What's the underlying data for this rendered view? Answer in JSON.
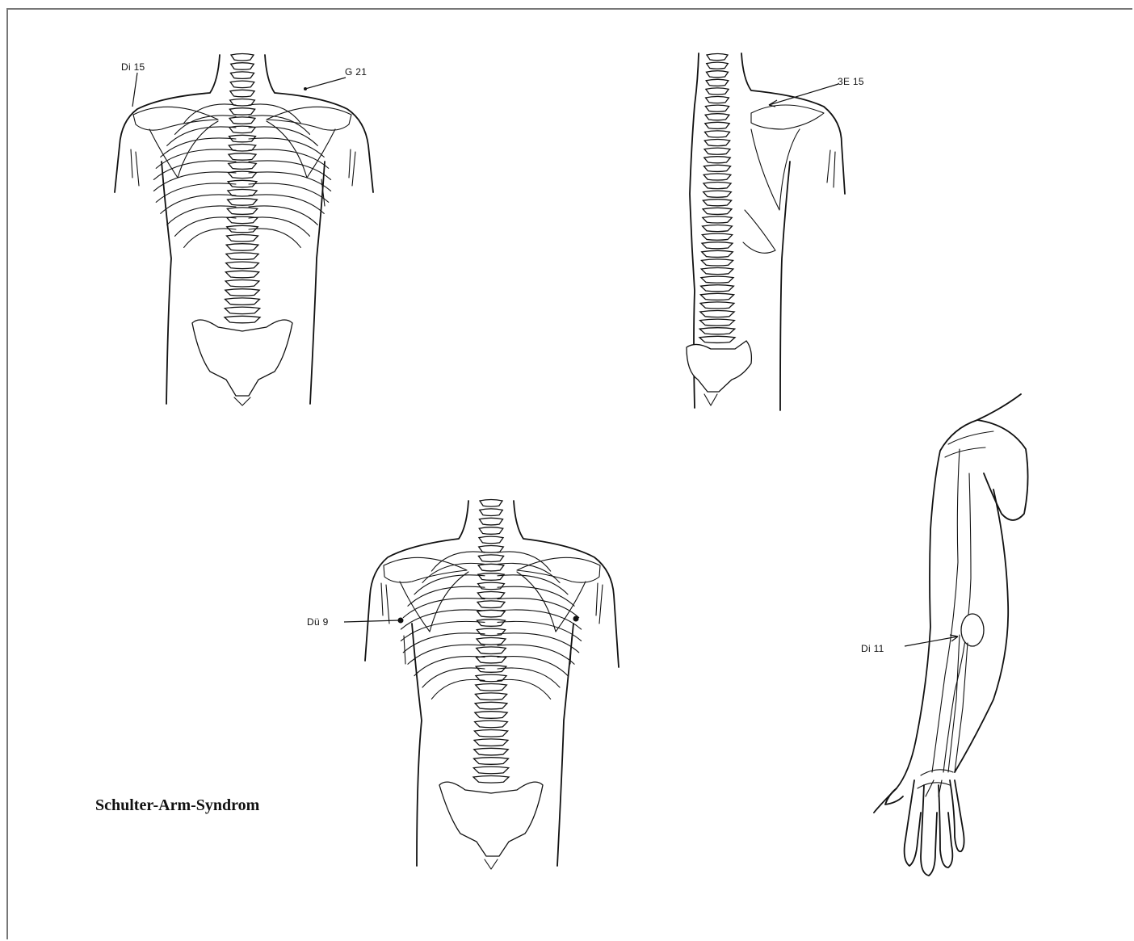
{
  "caption": "Schulter-Arm-Syndrom",
  "points": {
    "di15": "Di 15",
    "g21": "G 21",
    "e3_15": "3E 15",
    "du9": "Dü 9",
    "di11": "Di 11"
  },
  "colors": {
    "ink": "#111111",
    "paper": "#ffffff",
    "frame": "#777777"
  }
}
